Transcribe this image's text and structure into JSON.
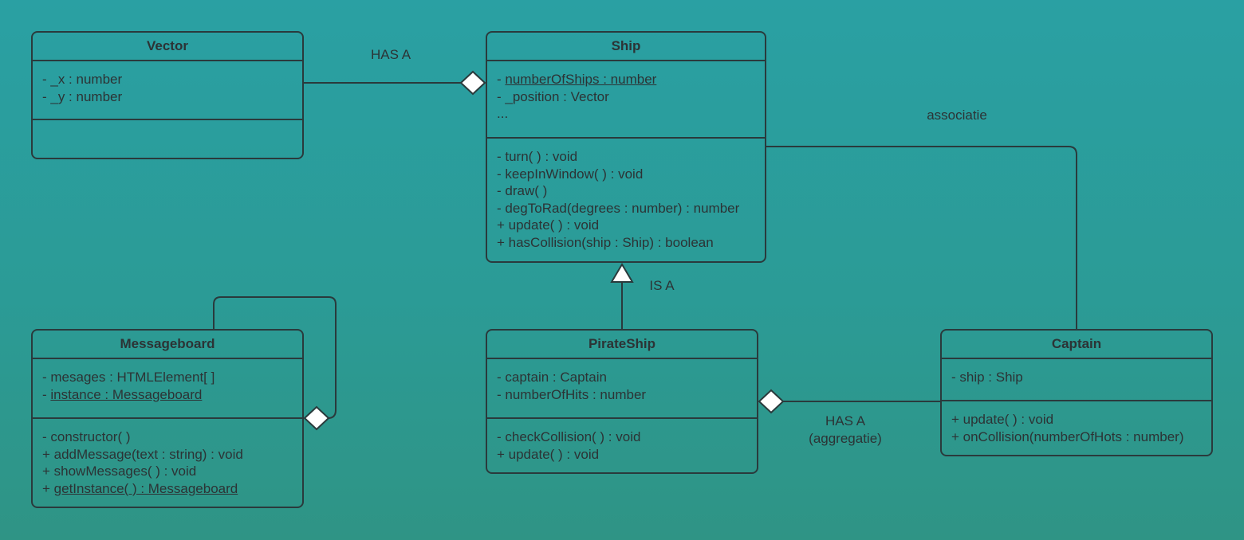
{
  "classes": {
    "vector": {
      "name": "Vector",
      "attributes": [
        "- _x : number",
        "- _y : number"
      ],
      "methods": []
    },
    "ship": {
      "name": "Ship",
      "attributes": {
        "a0_prefix": "- ",
        "a0_text": "numberOfShips : number",
        "a1": "- _position : Vector",
        "a2": "..."
      },
      "methods": [
        "- turn( ) : void",
        "- keepInWindow( ) : void",
        "- draw( )",
        "- degToRad(degrees : number) : number",
        "+ update( ) : void",
        "+ hasCollision(ship : Ship) : boolean"
      ]
    },
    "messageboard": {
      "name": "Messageboard",
      "attributes": {
        "a0": "- mesages : HTMLElement[ ]",
        "a1_prefix": "- ",
        "a1_text": "instance : Messageboard"
      },
      "methods": {
        "m0": "- constructor( )",
        "m1": "+ addMessage(text : string) : void",
        "m2": "+ showMessages( ) : void",
        "m3_prefix": "+ ",
        "m3_text": "getInstance( ) : Messageboard"
      }
    },
    "pirateship": {
      "name": "PirateShip",
      "attributes": [
        "- captain : Captain",
        "- numberOfHits : number"
      ],
      "methods": [
        "- checkCollision( ) : void",
        "+ update( ) : void"
      ]
    },
    "captain": {
      "name": "Captain",
      "attributes": [
        "- ship : Ship"
      ],
      "methods": [
        "+ update( ) : void",
        "+ onCollision(numberOfHots : number)"
      ]
    }
  },
  "relations": {
    "vector_ship": "HAS A",
    "ship_captain": "associatie",
    "pirateship_ship": "IS A",
    "captain_pirateship_line1": "HAS A",
    "captain_pirateship_line2": "(aggregatie)"
  },
  "colors": {
    "background_top": "#2aa0a3",
    "background_bottom": "#2f9485",
    "line": "#2a3a3c"
  }
}
